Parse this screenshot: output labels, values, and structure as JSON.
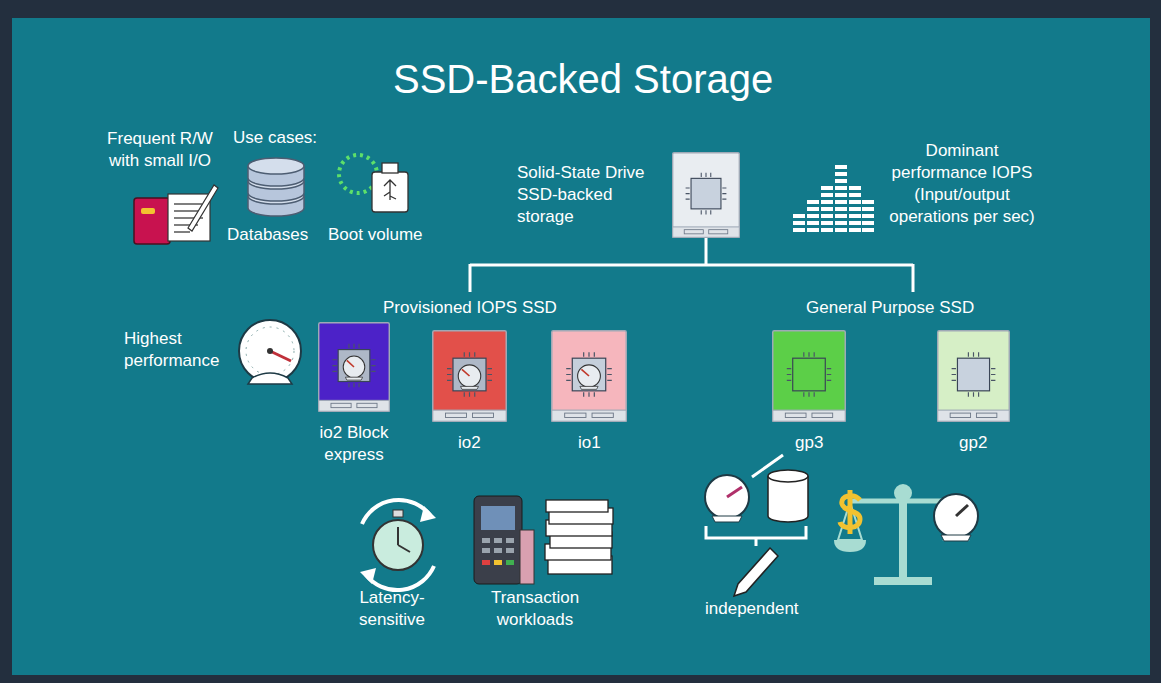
{
  "diagram": {
    "title": "SSD-Backed Storage",
    "nodes": [
      {
        "text": [
          "Solid-State Drive SSD-backed storage"
        ]
      },
      {
        "text": [
          "io2 Block express"
        ]
      },
      {
        "text": [
          "io2"
        ]
      },
      {
        "text": [
          "io1"
        ]
      },
      {
        "text": [
          "gp3"
        ]
      },
      {
        "text": [
          "gp2"
        ]
      }
    ],
    "labels": [
      "Frequent R/W with small I/O",
      "Use cases:",
      "Databases",
      "Boot volume",
      "Dominant performance IOPS (Input/output operations per sec)",
      "Provisioned IOPS SSD",
      "General Purpose SSD",
      "Highest performance",
      "Latency- sensitive",
      "Transaction workloads",
      "independent"
    ]
  }
}
